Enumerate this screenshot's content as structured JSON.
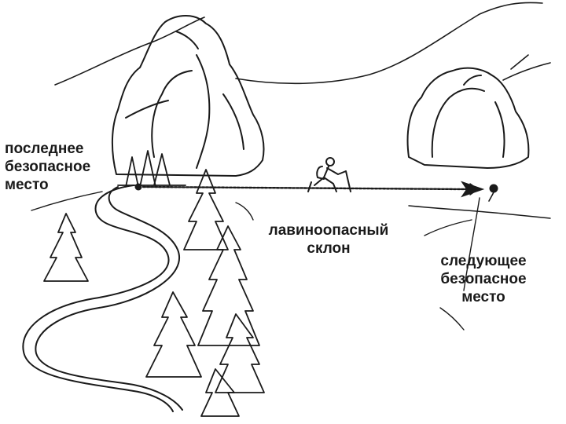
{
  "labels": {
    "last_safe_place": [
      "последнее",
      "безопасное",
      "место"
    ],
    "avalanche_slope": [
      "лавиноопасный",
      "склон"
    ],
    "next_safe_place": [
      "следующее",
      "безопасное",
      "место"
    ]
  },
  "colors": {
    "ink": "#1a1a1a",
    "background": "#ffffff"
  },
  "icons": {
    "hiker": "hiker-icon",
    "path_arrow": "arrow-right-icon"
  }
}
